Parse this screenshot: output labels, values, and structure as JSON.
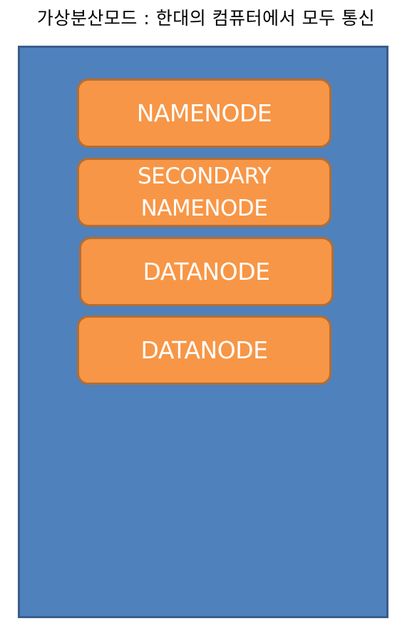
{
  "title": "가상분산모드 : 한대의 컴퓨터에서 모두 통신",
  "colors": {
    "machine_fill": "#4f81bd",
    "machine_border": "#385d8a",
    "node_fill": "#f79646",
    "node_border": "#b66d31",
    "node_text": "#ffffff"
  },
  "nodes": [
    {
      "lines": [
        "NAMENODE"
      ]
    },
    {
      "lines": [
        "SECONDARY",
        "NAMENODE"
      ]
    },
    {
      "lines": [
        "DATANODE"
      ]
    },
    {
      "lines": [
        "DATANODE"
      ]
    }
  ]
}
